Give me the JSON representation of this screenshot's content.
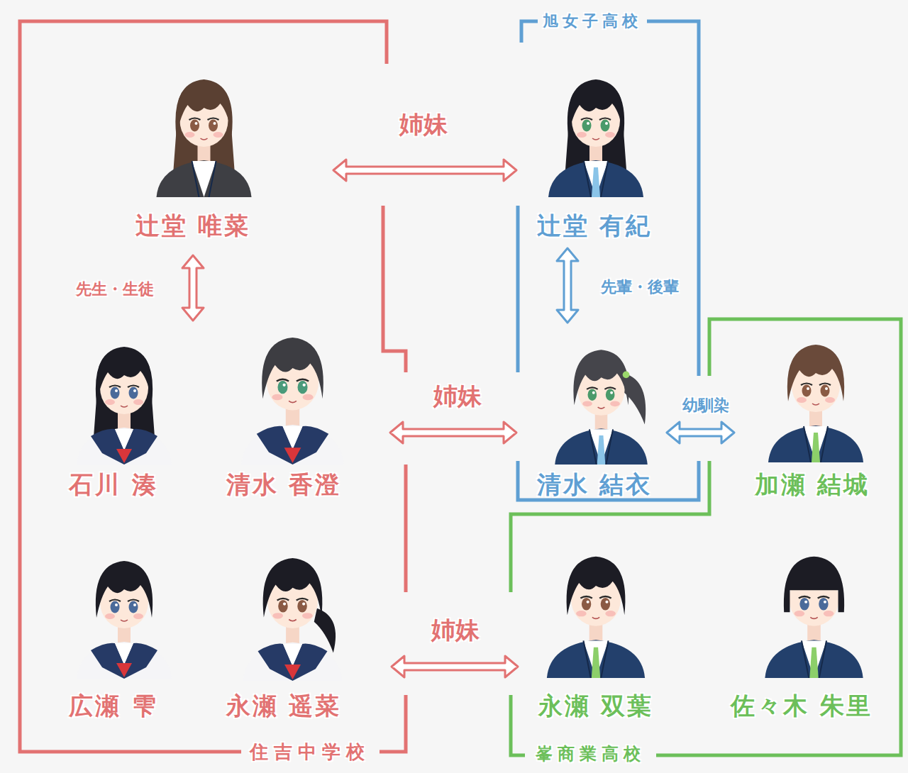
{
  "diagram": {
    "nodes": [
      {
        "text": [
          "住吉中学校"
        ]
      },
      {
        "text": [
          "辻堂 唯菜"
        ],
        "in": 0
      },
      {
        "text": [
          "石川 湊"
        ],
        "in": 0
      },
      {
        "text": [
          "清水 香澄"
        ],
        "in": 0
      },
      {
        "text": [
          "広瀬 雫"
        ],
        "in": 0
      },
      {
        "text": [
          "永瀬 遥菜"
        ],
        "in": 0
      },
      {
        "text": [
          "旭女子高校"
        ]
      },
      {
        "text": [
          "辻堂 有紀"
        ],
        "in": 6
      },
      {
        "text": [
          "清水 結衣"
        ],
        "in": 6
      },
      {
        "text": [
          "峯商業高校"
        ]
      },
      {
        "text": [
          "加瀬 結城"
        ],
        "in": 9
      },
      {
        "text": [
          "永瀬 双葉"
        ],
        "in": 9
      },
      {
        "text": [
          "佐々木 朱里"
        ],
        "in": 9
      }
    ],
    "edges": [
      {
        "from": 1,
        "to": 7,
        "label": "姉妹",
        "arrow": "both"
      },
      {
        "from": 1,
        "to": 2,
        "label": "先生・生徒",
        "arrow": "both"
      },
      {
        "from": 3,
        "to": 8,
        "label": "姉妹",
        "arrow": "both"
      },
      {
        "from": 5,
        "to": 11,
        "label": "姉妹",
        "arrow": "both"
      },
      {
        "from": 7,
        "to": 8,
        "label": "先輩・後輩",
        "arrow": "both"
      },
      {
        "from": 8,
        "to": 10,
        "label": "幼馴染",
        "arrow": "both"
      }
    ]
  }
}
